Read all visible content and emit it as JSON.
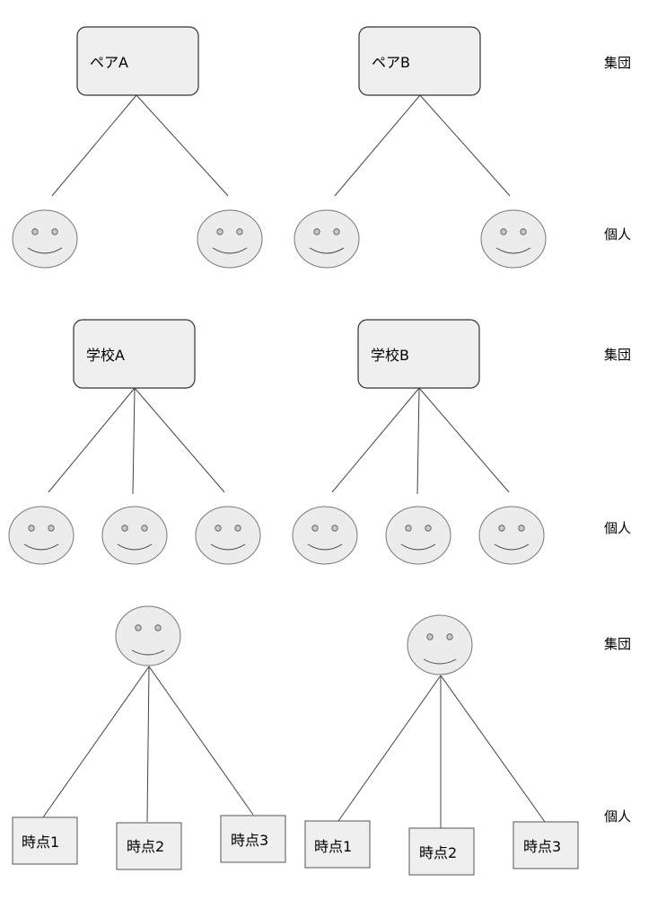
{
  "rows": [
    {
      "level_top": "集団",
      "level_bottom": "個人",
      "groups": [
        {
          "label": "ペアA",
          "member_count": 2,
          "parent_kind": "box",
          "child_kind": "face"
        },
        {
          "label": "ペアB",
          "member_count": 2,
          "parent_kind": "box",
          "child_kind": "face"
        }
      ]
    },
    {
      "level_top": "集団",
      "level_bottom": "個人",
      "groups": [
        {
          "label": "学校A",
          "member_count": 3,
          "parent_kind": "box",
          "child_kind": "face"
        },
        {
          "label": "学校B",
          "member_count": 3,
          "parent_kind": "box",
          "child_kind": "face"
        }
      ]
    },
    {
      "level_top": "集団",
      "level_bottom": "個人",
      "groups": [
        {
          "label": "",
          "parent_kind": "face",
          "child_kind": "box",
          "children": [
            "時点1",
            "時点2",
            "時点3"
          ]
        },
        {
          "label": "",
          "parent_kind": "face",
          "child_kind": "box",
          "children": [
            "時点1",
            "時点2",
            "時点3"
          ]
        }
      ]
    }
  ]
}
